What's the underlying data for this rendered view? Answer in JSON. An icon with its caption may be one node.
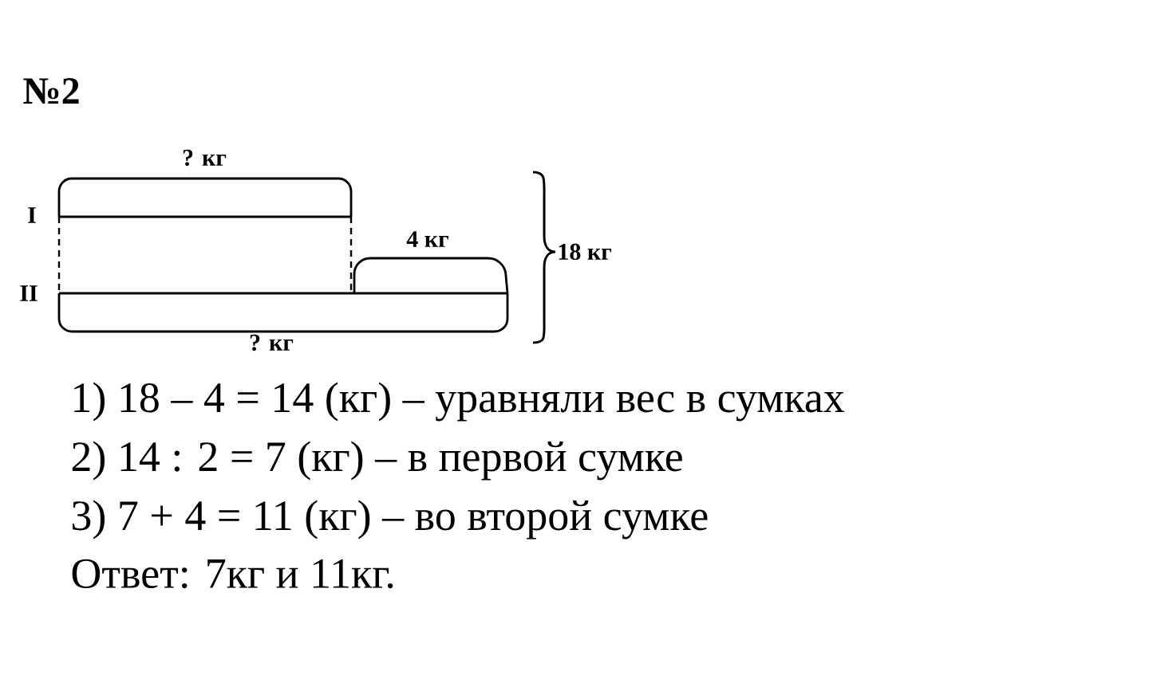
{
  "diagram": {
    "title": "№2",
    "labels": [
      "? кг",
      "I",
      "4 кг",
      "II",
      "18 кг",
      "? кг",
      "1) 18 – 4 = 14 (кг) – уравняли вес в сумках",
      "2) 14 : 2 = 7 (кг) – в первой сумке",
      "3) 7 + 4 = 11 (кг) – во второй сумке",
      "Ответ: 7кг и 11кг."
    ]
  }
}
